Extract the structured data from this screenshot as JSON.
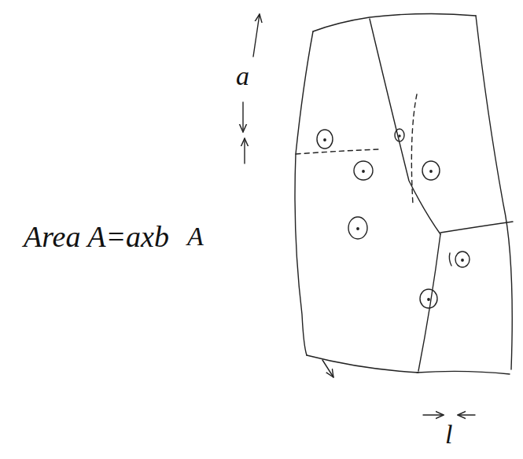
{
  "diagram": {
    "labels": [
      "Area A=axb",
      "A",
      "a",
      "l"
    ]
  }
}
